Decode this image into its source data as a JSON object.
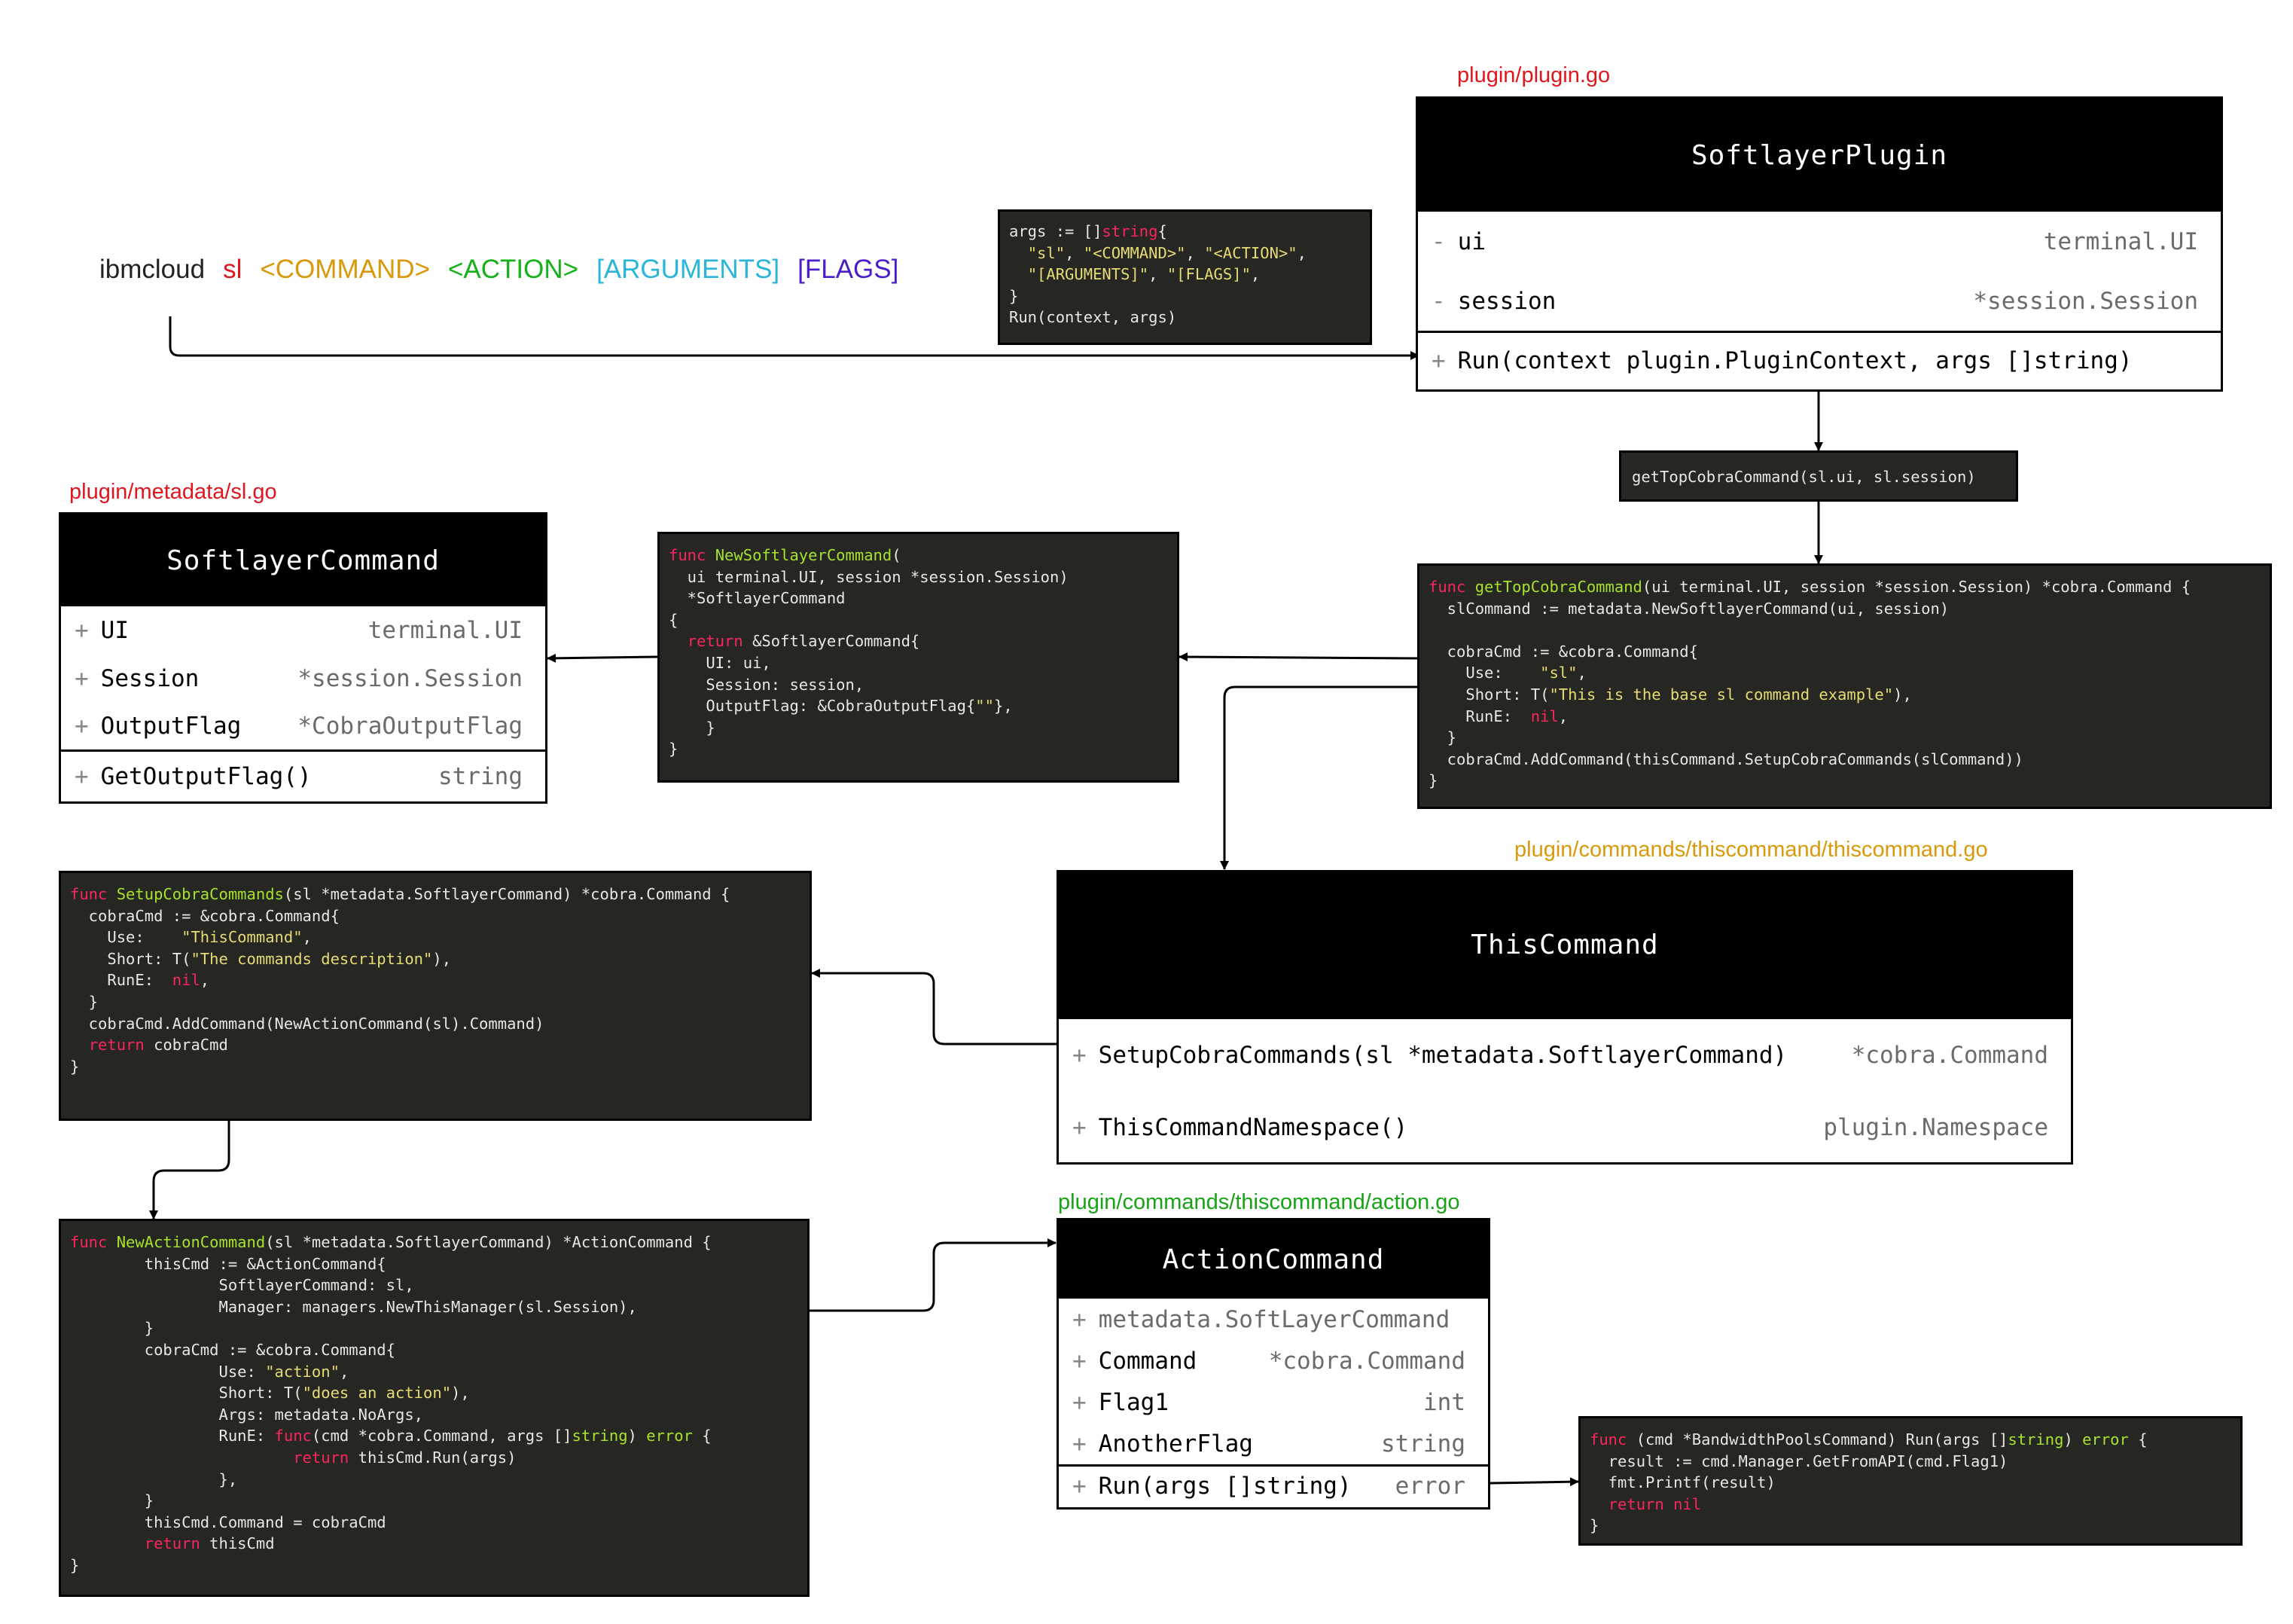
{
  "command_line": {
    "parts": [
      {
        "text": "ibmcloud",
        "color": "#222222"
      },
      {
        "text": "sl",
        "color": "#e0161f"
      },
      {
        "text": "<COMMAND>",
        "color": "#d89a0c"
      },
      {
        "text": "<ACTION>",
        "color": "#17b11a"
      },
      {
        "text": "[ARGUMENTS]",
        "color": "#29b6d8"
      },
      {
        "text": "[FLAGS]",
        "color": "#4b1ec9"
      }
    ]
  },
  "file_labels": {
    "plugin": {
      "text": "plugin/plugin.go",
      "color": "#e0161f"
    },
    "metadata": {
      "text": "plugin/metadata/sl.go",
      "color": "#e0161f"
    },
    "thiscommand": {
      "text": "plugin/commands/thiscommand/thiscommand.go",
      "color": "#d89a0c"
    },
    "action": {
      "text": "plugin/commands/thiscommand/action.go",
      "color": "#17a315"
    }
  },
  "classes": {
    "softlayer_plugin": {
      "name": "SoftlayerPlugin",
      "fields": [
        {
          "vis": "-",
          "name": "ui",
          "type": "terminal.UI"
        },
        {
          "vis": "-",
          "name": "session",
          "type": "*session.Session"
        }
      ],
      "methods": [
        {
          "vis": "+",
          "name": "Run(context plugin.PluginContext, args []string)",
          "type": ""
        }
      ]
    },
    "softlayer_command": {
      "name": "SoftlayerCommand",
      "fields": [
        {
          "vis": "+",
          "name": "UI",
          "type": "terminal.UI"
        },
        {
          "vis": "+",
          "name": "Session",
          "type": "*session.Session"
        },
        {
          "vis": "+",
          "name": "OutputFlag",
          "type": "*CobraOutputFlag"
        }
      ],
      "methods": [
        {
          "vis": "+",
          "name": "GetOutputFlag()",
          "type": "string"
        }
      ]
    },
    "this_command": {
      "name": "ThisCommand",
      "methods": [
        {
          "vis": "+",
          "name": "SetupCobraCommands(sl *metadata.SoftlayerCommand)",
          "type": "*cobra.Command"
        },
        {
          "vis": "+",
          "name": "ThisCommandNamespace()",
          "type": "plugin.Namespace"
        }
      ]
    },
    "action_command": {
      "name": "ActionCommand",
      "fields": [
        {
          "vis": "+",
          "name": "metadata.SoftLayerCommand",
          "type": ""
        },
        {
          "vis": "+",
          "name": "Command",
          "type": "*cobra.Command"
        },
        {
          "vis": "+",
          "name": "Flag1",
          "type": "int"
        },
        {
          "vis": "+",
          "name": "AnotherFlag",
          "type": "string"
        }
      ],
      "methods": [
        {
          "vis": "+",
          "name": "Run(args []string)",
          "type": "error"
        }
      ]
    }
  },
  "code_blocks": {
    "args": [
      [
        [
          "args := []",
          ""
        ],
        [
          "string",
          "k"
        ],
        [
          "{",
          ""
        ]
      ],
      [
        [
          "  ",
          ""
        ],
        [
          "\"sl\"",
          "s"
        ],
        [
          ", ",
          ""
        ],
        [
          "\"<COMMAND>\"",
          "s"
        ],
        [
          ", ",
          ""
        ],
        [
          "\"<ACTION>\"",
          "s"
        ],
        [
          ",",
          ""
        ]
      ],
      [
        [
          "  ",
          ""
        ],
        [
          "\"[ARGUMENTS]\"",
          "s"
        ],
        [
          ", ",
          ""
        ],
        [
          "\"[FLAGS]\"",
          "s"
        ],
        [
          ",",
          ""
        ]
      ],
      [
        [
          "}",
          ""
        ]
      ],
      [
        [
          "Run(context, args)",
          ""
        ]
      ]
    ],
    "get_top_call": [
      [
        [
          "getTopCobraCommand(sl.ui, sl.session)",
          ""
        ]
      ]
    ],
    "new_softlayer": [
      [
        [
          "func ",
          "k"
        ],
        [
          "NewSoftlayerCommand",
          "f"
        ],
        [
          "(",
          ""
        ]
      ],
      [
        [
          "  ui terminal.UI, session *session.Session)",
          ""
        ]
      ],
      [
        [
          "  *SoftlayerCommand",
          ""
        ]
      ],
      [
        [
          "{",
          ""
        ]
      ],
      [
        [
          "  ",
          ""
        ],
        [
          "return",
          "k"
        ],
        [
          " &SoftlayerCommand{",
          ""
        ]
      ],
      [
        [
          "    UI: ui,",
          ""
        ]
      ],
      [
        [
          "    Session: session,",
          ""
        ]
      ],
      [
        [
          "    OutputFlag: &CobraOutputFlag{",
          ""
        ],
        [
          "\"\"",
          "s"
        ],
        [
          "},",
          ""
        ]
      ],
      [
        [
          "    }",
          ""
        ]
      ],
      [
        [
          "}",
          ""
        ]
      ]
    ],
    "get_top_func": [
      [
        [
          "func ",
          "k"
        ],
        [
          "getTopCobraCommand",
          "f"
        ],
        [
          "(ui terminal.UI, session *session.Session) *cobra.Command {",
          ""
        ]
      ],
      [
        [
          "  slCommand := metadata.NewSoftlayerCommand(ui, session)",
          ""
        ]
      ],
      [
        [
          "",
          ""
        ]
      ],
      [
        [
          "  cobraCmd := &cobra.Command{",
          ""
        ]
      ],
      [
        [
          "    Use:    ",
          ""
        ],
        [
          "\"sl\"",
          "s"
        ],
        [
          ",",
          ""
        ]
      ],
      [
        [
          "    Short: T(",
          ""
        ],
        [
          "\"This is the base sl command example\"",
          "s"
        ],
        [
          "),",
          ""
        ]
      ],
      [
        [
          "    RunE:  ",
          ""
        ],
        [
          "nil",
          "k"
        ],
        [
          ",",
          ""
        ]
      ],
      [
        [
          "  }",
          ""
        ]
      ],
      [
        [
          "  cobraCmd.AddCommand(thisCommand.SetupCobraCommands(slCommand))",
          ""
        ]
      ],
      [
        [
          "}",
          ""
        ]
      ]
    ],
    "setup_cobra": [
      [
        [
          "func ",
          "k"
        ],
        [
          "SetupCobraCommands",
          "f"
        ],
        [
          "(sl *metadata.SoftlayerCommand) *cobra.Command {",
          ""
        ]
      ],
      [
        [
          "  cobraCmd := &cobra.Command{",
          ""
        ]
      ],
      [
        [
          "    Use:    ",
          ""
        ],
        [
          "\"ThisCommand\"",
          "s"
        ],
        [
          ",",
          ""
        ]
      ],
      [
        [
          "    Short: T(",
          ""
        ],
        [
          "\"The commands description\"",
          "s"
        ],
        [
          "),",
          ""
        ]
      ],
      [
        [
          "    RunE:  ",
          ""
        ],
        [
          "nil",
          "k"
        ],
        [
          ",",
          ""
        ]
      ],
      [
        [
          "  }",
          ""
        ]
      ],
      [
        [
          "  cobraCmd.AddCommand(NewActionCommand(sl).Command)",
          ""
        ]
      ],
      [
        [
          "  ",
          ""
        ],
        [
          "return",
          "k"
        ],
        [
          " cobraCmd",
          ""
        ]
      ],
      [
        [
          "}",
          ""
        ]
      ]
    ],
    "new_action": [
      [
        [
          "func ",
          "k"
        ],
        [
          "NewActionCommand",
          "f"
        ],
        [
          "(sl *metadata.SoftlayerCommand) *ActionCommand {",
          ""
        ]
      ],
      [
        [
          "        thisCmd := &ActionCommand{",
          ""
        ]
      ],
      [
        [
          "                SoftlayerCommand: sl,",
          ""
        ]
      ],
      [
        [
          "                Manager: managers.NewThisManager(sl.Session),",
          ""
        ]
      ],
      [
        [
          "        }",
          ""
        ]
      ],
      [
        [
          "        cobraCmd := &cobra.Command{",
          ""
        ]
      ],
      [
        [
          "                Use: ",
          ""
        ],
        [
          "\"action\"",
          "s"
        ],
        [
          ",",
          ""
        ]
      ],
      [
        [
          "                Short: T(",
          ""
        ],
        [
          "\"does an action\"",
          "s"
        ],
        [
          "),",
          ""
        ]
      ],
      [
        [
          "                Args: metadata.NoArgs,",
          ""
        ]
      ],
      [
        [
          "                RunE: ",
          ""
        ],
        [
          "func",
          "k"
        ],
        [
          "(cmd *cobra.Command, args []",
          ""
        ],
        [
          "string",
          "ty"
        ],
        [
          ") ",
          ""
        ],
        [
          "error",
          "ty"
        ],
        [
          " {",
          ""
        ]
      ],
      [
        [
          "                        ",
          ""
        ],
        [
          "return",
          "k"
        ],
        [
          " thisCmd.Run(args)",
          ""
        ]
      ],
      [
        [
          "                },",
          ""
        ]
      ],
      [
        [
          "        }",
          ""
        ]
      ],
      [
        [
          "        thisCmd.Command = cobraCmd",
          ""
        ]
      ],
      [
        [
          "        ",
          ""
        ],
        [
          "return",
          "k"
        ],
        [
          " thisCmd",
          ""
        ]
      ],
      [
        [
          "}",
          ""
        ]
      ]
    ],
    "run_func": [
      [
        [
          "func",
          "k"
        ],
        [
          " (cmd *BandwidthPoolsCommand) Run(args []",
          ""
        ],
        [
          "string",
          "ty"
        ],
        [
          ") ",
          ""
        ],
        [
          "error",
          "ty"
        ],
        [
          " {",
          ""
        ]
      ],
      [
        [
          "  result := cmd.Manager.GetFromAPI(cmd.Flag1)",
          ""
        ]
      ],
      [
        [
          "  fmt.Printf(result)",
          ""
        ]
      ],
      [
        [
          "  ",
          ""
        ],
        [
          "return",
          "k"
        ],
        [
          " ",
          ""
        ],
        [
          "nil",
          "k"
        ]
      ],
      [
        [
          "}",
          ""
        ]
      ]
    ]
  }
}
